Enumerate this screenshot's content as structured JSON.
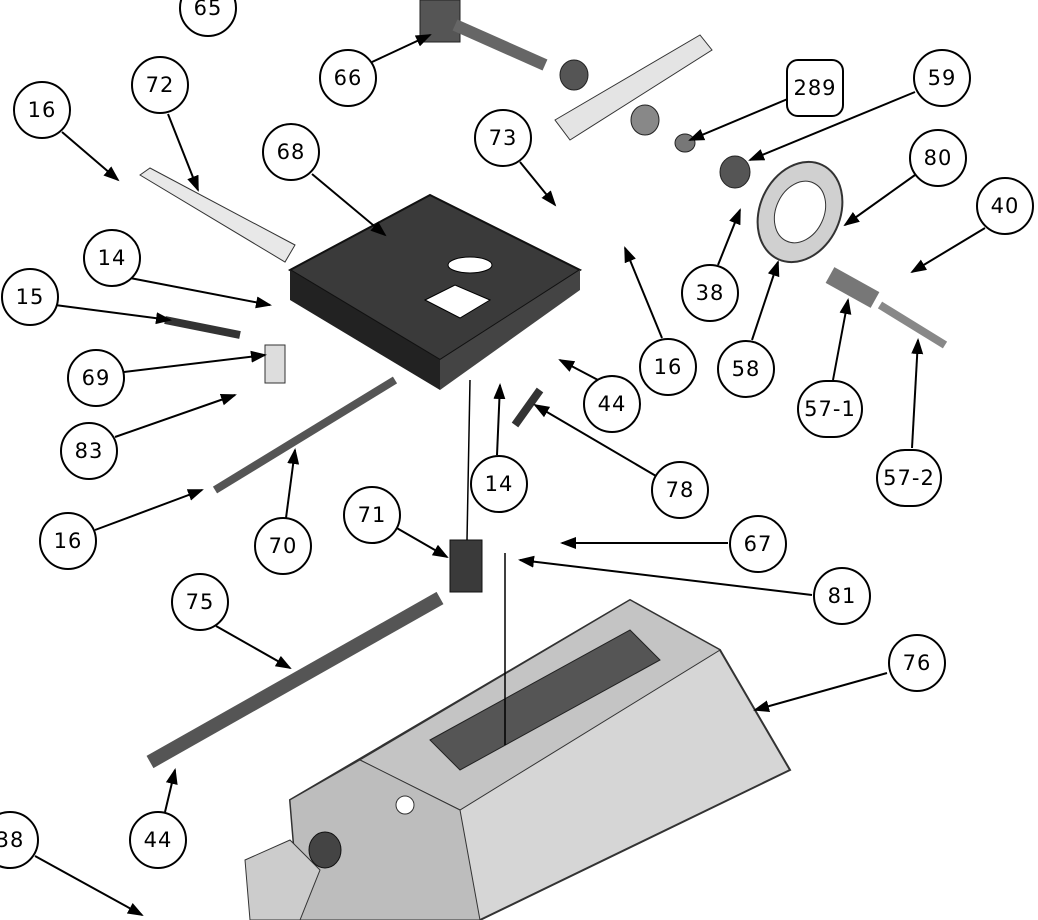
{
  "diagram": {
    "title": "Cross slide and saddle exploded parts view",
    "callouts": [
      {
        "id": "c65",
        "label": "65"
      },
      {
        "id": "c66",
        "label": "66"
      },
      {
        "id": "c72",
        "label": "72"
      },
      {
        "id": "c16a",
        "label": "16"
      },
      {
        "id": "c68",
        "label": "68"
      },
      {
        "id": "c73",
        "label": "73"
      },
      {
        "id": "c289",
        "label": "289"
      },
      {
        "id": "c59",
        "label": "59"
      },
      {
        "id": "c80",
        "label": "80"
      },
      {
        "id": "c40",
        "label": "40"
      },
      {
        "id": "c14a",
        "label": "14"
      },
      {
        "id": "c15",
        "label": "15"
      },
      {
        "id": "c38a",
        "label": "38"
      },
      {
        "id": "c16b",
        "label": "16"
      },
      {
        "id": "c58",
        "label": "58"
      },
      {
        "id": "c44a",
        "label": "44"
      },
      {
        "id": "c69",
        "label": "69"
      },
      {
        "id": "c83",
        "label": "83"
      },
      {
        "id": "c571",
        "label": "57-1"
      },
      {
        "id": "c572",
        "label": "57-2"
      },
      {
        "id": "c14b",
        "label": "14"
      },
      {
        "id": "c78",
        "label": "78"
      },
      {
        "id": "c71",
        "label": "71"
      },
      {
        "id": "c67",
        "label": "67"
      },
      {
        "id": "c16c",
        "label": "16"
      },
      {
        "id": "c70",
        "label": "70"
      },
      {
        "id": "c81",
        "label": "81"
      },
      {
        "id": "c75",
        "label": "75"
      },
      {
        "id": "c76",
        "label": "76"
      },
      {
        "id": "c44b",
        "label": "44"
      },
      {
        "id": "c38b",
        "label": "38"
      }
    ]
  }
}
